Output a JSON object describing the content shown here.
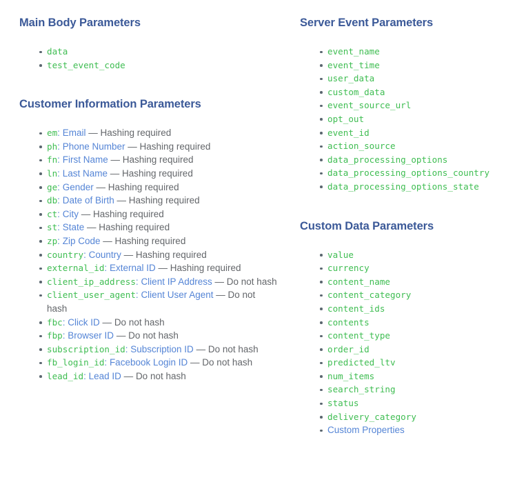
{
  "colors": {
    "heading": "#3b5998",
    "code_green": "#3fbd52",
    "link_blue": "#5585d6",
    "body_gray": "#63666a",
    "bullet": "#5b6770",
    "background": "#ffffff"
  },
  "left_column": {
    "sections": [
      {
        "title": "Main Body Parameters",
        "items": [
          {
            "code": "data"
          },
          {
            "code": "test_event_code"
          }
        ]
      },
      {
        "title": "Customer Information Parameters",
        "items": [
          {
            "code": "em",
            "sep": ":",
            "link": "Email",
            "dash": "—",
            "note": "Hashing required"
          },
          {
            "code": "ph",
            "sep": ":",
            "link": "Phone Number",
            "dash": "—",
            "note": "Hashing required"
          },
          {
            "code": "fn",
            "sep": ":",
            "link": "First Name",
            "dash": "—",
            "note": "Hashing required"
          },
          {
            "code": "ln",
            "sep": ":",
            "link": "Last Name",
            "dash": "—",
            "note": "Hashing required"
          },
          {
            "code": "ge",
            "sep": ":",
            "link": "Gender",
            "dash": "—",
            "note": "Hashing required"
          },
          {
            "code": "db",
            "sep": ":",
            "link": "Date of Birth",
            "dash": "—",
            "note": "Hashing required"
          },
          {
            "code": "ct",
            "sep": ":",
            "link": "City",
            "dash": "—",
            "note": "Hashing required"
          },
          {
            "code": "st",
            "sep": ":",
            "link": "State",
            "dash": "—",
            "note": "Hashing required"
          },
          {
            "code": "zp",
            "sep": ":",
            "link": "Zip Code",
            "dash": "—",
            "note": "Hashing required"
          },
          {
            "code": "country",
            "sep": ":",
            "link": "Country",
            "dash": "—",
            "note": "Hashing required"
          },
          {
            "code": "external_id",
            "sep": ":",
            "link": "External ID",
            "dash": "—",
            "note": "Hashing required"
          },
          {
            "code": "client_ip_address",
            "sep": ":",
            "link": "Client IP Address",
            "dash": "—",
            "note": "Do not hash"
          },
          {
            "code": "client_user_agent",
            "sep": ":",
            "link": "Client User Agent",
            "dash": "—",
            "note": "Do not hash"
          },
          {
            "code": "fbc",
            "sep": ":",
            "link": "Click ID",
            "dash": "—",
            "note": "Do not hash"
          },
          {
            "code": "fbp",
            "sep": ":",
            "link": "Browser ID",
            "dash": "—",
            "note": "Do not hash"
          },
          {
            "code": "subscription_id",
            "sep": ":",
            "link": "Subscription ID",
            "dash": "—",
            "note": "Do not hash"
          },
          {
            "code": "fb_login_id",
            "sep": ":",
            "link": "Facebook Login ID",
            "dash": "—",
            "note": "Do not hash"
          },
          {
            "code": "lead_id",
            "sep": ":",
            "link": "Lead ID",
            "dash": "—",
            "note": "Do not hash"
          }
        ]
      }
    ]
  },
  "right_column": {
    "sections": [
      {
        "title": "Server Event Parameters",
        "items": [
          {
            "code": "event_name"
          },
          {
            "code": "event_time"
          },
          {
            "code": "user_data"
          },
          {
            "code": "custom_data"
          },
          {
            "code": "event_source_url"
          },
          {
            "code": "opt_out"
          },
          {
            "code": "event_id"
          },
          {
            "code": "action_source"
          },
          {
            "code": "data_processing_options"
          },
          {
            "code": "data_processing_options_country"
          },
          {
            "code": "data_processing_options_state"
          }
        ]
      },
      {
        "title": "Custom Data Parameters",
        "items": [
          {
            "code": "value"
          },
          {
            "code": "currency"
          },
          {
            "code": "content_name"
          },
          {
            "code": "content_category"
          },
          {
            "code": "content_ids"
          },
          {
            "code": "contents"
          },
          {
            "code": "content_type"
          },
          {
            "code": "order_id"
          },
          {
            "code": "predicted_ltv"
          },
          {
            "code": "num_items"
          },
          {
            "code": "search_string"
          },
          {
            "code": "status"
          },
          {
            "code": "delivery_category"
          },
          {
            "link": "Custom Properties"
          }
        ]
      }
    ]
  }
}
